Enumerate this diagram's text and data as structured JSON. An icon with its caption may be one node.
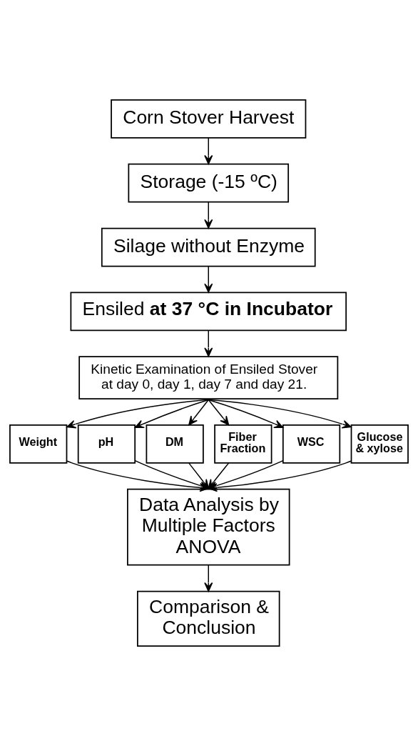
{
  "diagram": {
    "nodes": [
      {
        "text": [
          "Corn Stover Harvest"
        ]
      },
      {
        "text": [
          "Storage (-15 ºC)"
        ]
      },
      {
        "text": [
          "Silage without Enzyme"
        ]
      },
      {
        "text": [
          "Ensiled **at 37 °C in Incubator**"
        ]
      },
      {
        "text": [
          "Kinetic Examination of Ensiled Stover at day 0, day 1, day 7 and day 21."
        ]
      },
      {
        "text": [
          "Weight"
        ]
      },
      {
        "text": [
          "pH"
        ]
      },
      {
        "text": [
          "DM"
        ]
      },
      {
        "text": [
          "Fiber Fraction"
        ]
      },
      {
        "text": [
          "WSC"
        ]
      },
      {
        "text": [
          "Glucose & xylose"
        ]
      },
      {
        "text": [
          "Data Analysis by Multiple Factors ANOVA"
        ]
      },
      {
        "text": [
          "Comparison & Conclusion"
        ]
      }
    ],
    "edges": [
      {
        "from": 0,
        "to": 1,
        "arrow": "to"
      },
      {
        "from": 1,
        "to": 2,
        "arrow": "to"
      },
      {
        "from": 2,
        "to": 3,
        "arrow": "to"
      },
      {
        "from": 3,
        "to": 4,
        "arrow": "to"
      },
      {
        "from": 4,
        "to": 5,
        "arrow": "to"
      },
      {
        "from": 4,
        "to": 6,
        "arrow": "to"
      },
      {
        "from": 4,
        "to": 7,
        "arrow": "to"
      },
      {
        "from": 4,
        "to": 8,
        "arrow": "to"
      },
      {
        "from": 4,
        "to": 9,
        "arrow": "to"
      },
      {
        "from": 4,
        "to": 10,
        "arrow": "to"
      },
      {
        "from": 5,
        "to": 11,
        "arrow": "to"
      },
      {
        "from": 6,
        "to": 11,
        "arrow": "to"
      },
      {
        "from": 7,
        "to": 11,
        "arrow": "to"
      },
      {
        "from": 8,
        "to": 11,
        "arrow": "to"
      },
      {
        "from": 9,
        "to": 11,
        "arrow": "to"
      },
      {
        "from": 10,
        "to": 11,
        "arrow": "to"
      },
      {
        "from": 11,
        "to": 12,
        "arrow": "to"
      }
    ]
  }
}
